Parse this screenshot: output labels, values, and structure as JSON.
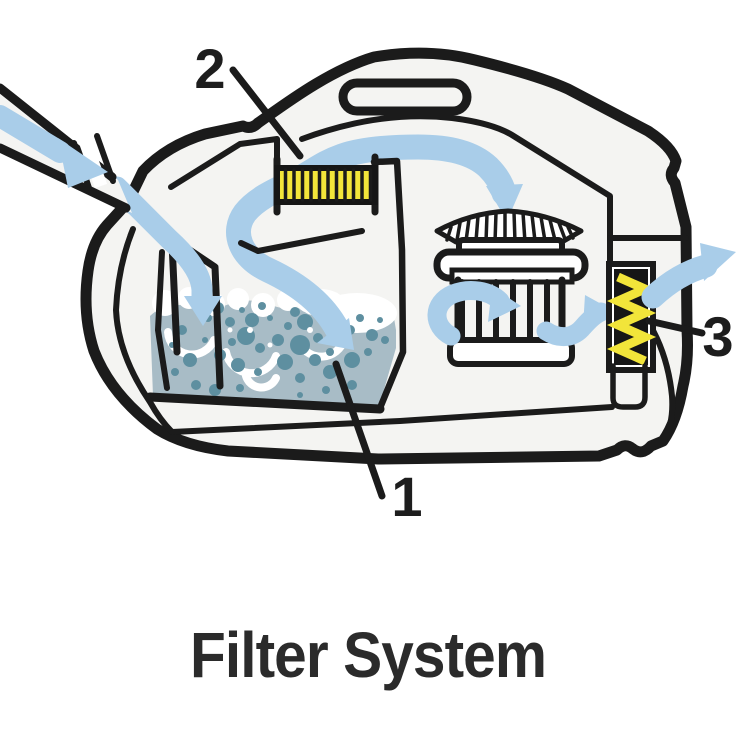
{
  "caption": {
    "text": "Filter System"
  },
  "labels": {
    "part1": "1",
    "part2": "2",
    "part3": "3"
  },
  "colors": {
    "background": "#ffffff",
    "outline": "#1b1b1b",
    "body_fill": "#f4f4f2",
    "airflow_blue": "#a9cde9",
    "filter_yellow": "#f2e53a",
    "water_blue_gray": "#a8bcc6",
    "bubble_teal": "#5e8fa0",
    "foam_white": "#ffffff",
    "caption_color": "#2b2b2b"
  }
}
